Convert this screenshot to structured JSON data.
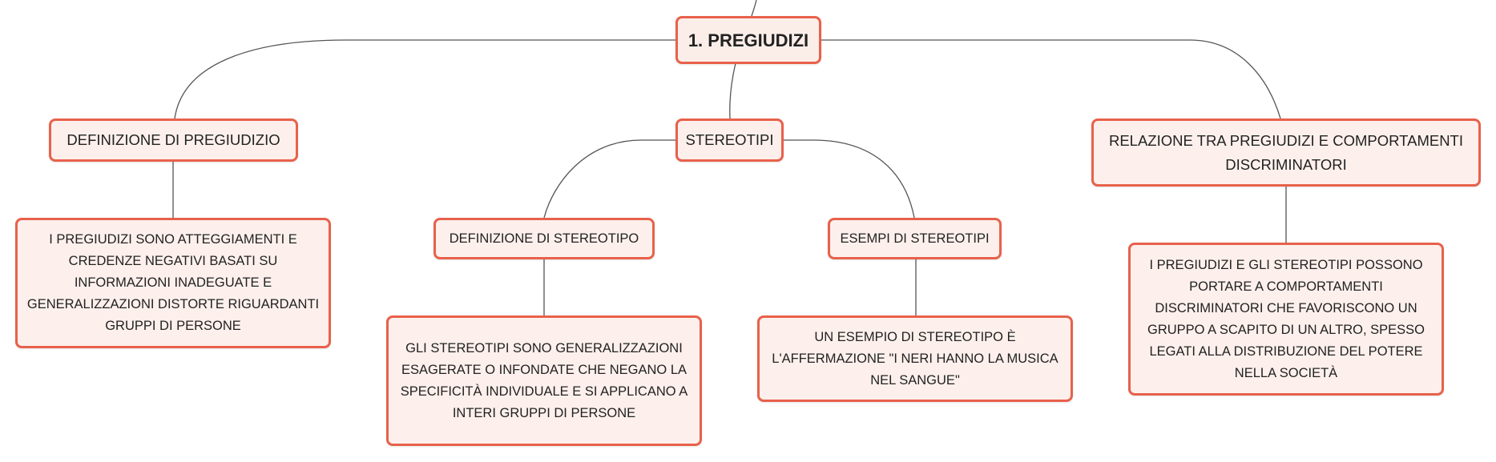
{
  "colors": {
    "node_border": "#e8614b",
    "node_fill": "#fdf0ec",
    "connector": "#555555"
  },
  "nodes": {
    "root": "1. PREGIUDIZI",
    "definizione_pregiudizio": "DEFINIZIONE DI PREGIUDIZIO",
    "stereotipi": "STEREOTIPI",
    "relazione": "RELAZIONE TRA PREGIUDIZI E COMPORTAMENTI DISCRIMINATORI",
    "definizione_stereotipo": "DEFINIZIONE DI STEREOTIPO",
    "esempi_stereotipi": "ESEMPI DI STEREOTIPI",
    "pregiudizio_text": "I PREGIUDIZI SONO ATTEGGIAMENTI E CREDENZE NEGATIVI BASATI SU INFORMAZIONI INADEGUATE E GENERALIZZAZIONI DISTORTE RIGUARDANTI GRUPPI DI PERSONE",
    "stereotipo_text": "GLI STEREOTIPI SONO GENERALIZZAZIONI ESAGERATE O INFONDATE CHE NEGANO LA SPECIFICITÀ INDIVIDUALE E SI APPLICANO A INTERI GRUPPI DI PERSONE",
    "esempio_text": "UN ESEMPIO DI STEREOTIPO È L'AFFERMAZIONE \"I NERI HANNO LA MUSICA NEL SANGUE\"",
    "relazione_text": "I PREGIUDIZI E GLI STEREOTIPI POSSONO PORTARE A COMPORTAMENTI DISCRIMINATORI CHE FAVORISCONO UN GRUPPO A SCAPITO DI UN ALTRO, SPESSO LEGATI ALLA DISTRIBUZIONE DEL POTERE NELLA SOCIETÀ"
  }
}
